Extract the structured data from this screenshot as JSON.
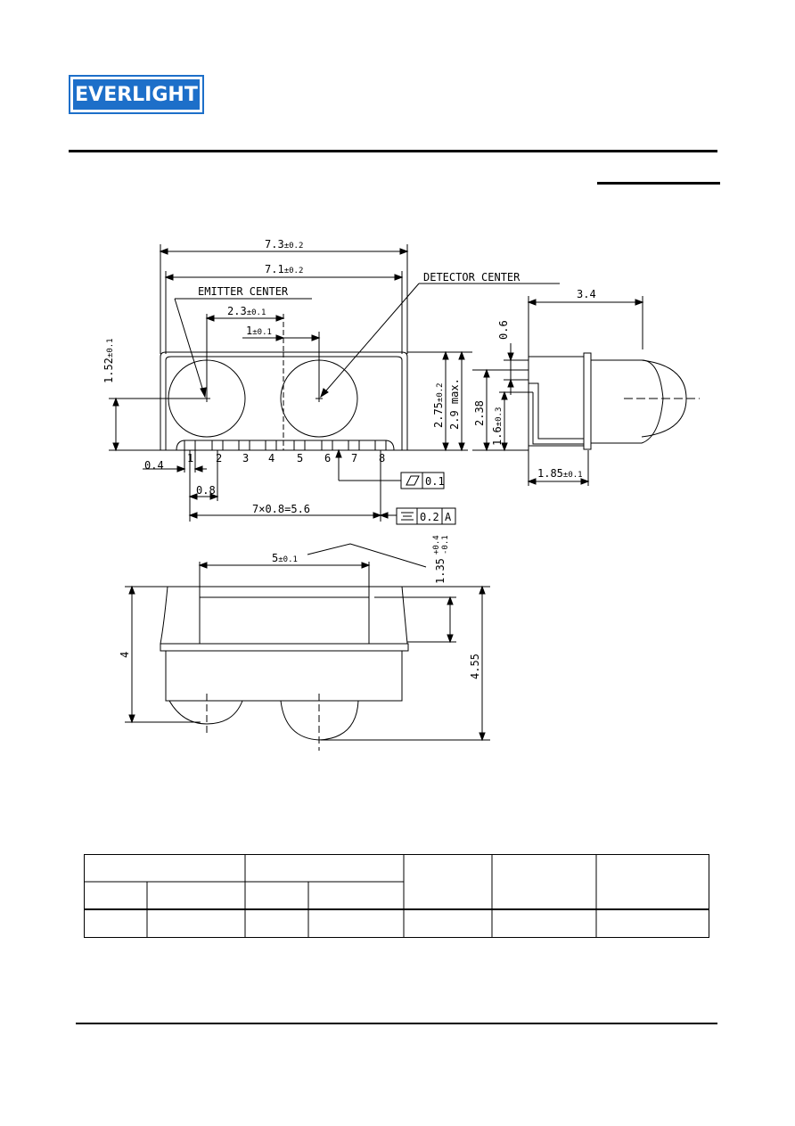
{
  "header": {
    "logo_text": "EVERLIGHT"
  },
  "drawing": {
    "labels": {
      "dim_overall": "7.3",
      "tol_overall": "±0.2",
      "dim_inner": "7.1",
      "tol_inner": "±0.2",
      "emitter_center": "EMITTER CENTER",
      "detector_center": "DETECTOR CENTER",
      "dim_center_spacing": "2.3",
      "tol_center_spacing": "±0.1",
      "dim_offset": "1",
      "tol_offset": "±0.1",
      "dim_lens_height": "1.52",
      "tol_lens_height": "±0.1",
      "dim_height_275": "2.75",
      "tol_height_275": "±0.2",
      "dim_max": "2.9 max.",
      "dim_238": "2.38",
      "dim_side_depth": "3.4",
      "dim_06": "0.6",
      "dim_16": "1.6",
      "tol_16": "±0.3",
      "dim_185": "1.85",
      "tol_185": "±0.1",
      "pin_1": "1",
      "pin_2": "2",
      "pin_3": "3",
      "pin_4": "4",
      "pin_5": "5",
      "pin_6": "6",
      "pin_7": "7",
      "pin_8": "8",
      "dim_pin_width": "0.4",
      "dim_pitch": "0.8",
      "dim_pin_span": "7×0.8=5.6",
      "flatness_value": "0.1",
      "sym_value": "0.2",
      "datum": "A",
      "dim_bottom_width": "5",
      "tol_bottom_width": "±0.1",
      "dim_135": "1.35",
      "tol_135_plus": "+0.4",
      "tol_135_minus": "-0.1",
      "dim_4": "4",
      "dim_455": "4.55"
    }
  }
}
